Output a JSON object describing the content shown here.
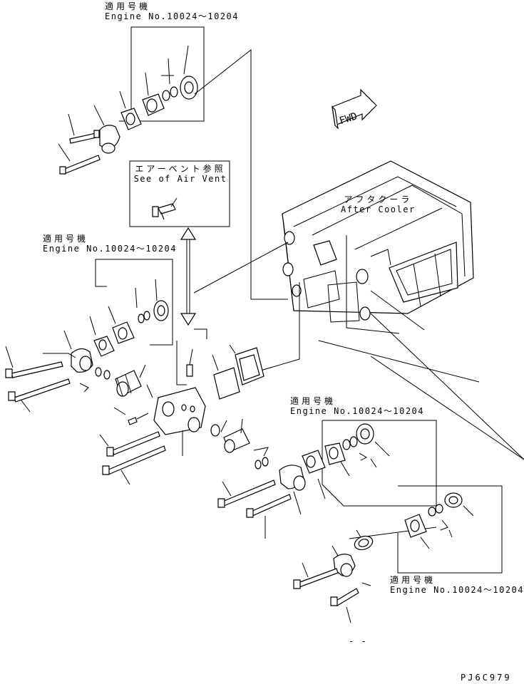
{
  "callouts": {
    "engine_top": {
      "jp": "適用号機",
      "en": "Engine No.10024～10204"
    },
    "engine_mid": {
      "jp": "適用号機",
      "en": "Engine No.10024～10204"
    },
    "engine_right": {
      "jp": "適用号機",
      "en": "Engine No.10024～10204"
    },
    "engine_bottom": {
      "jp": "適用号機",
      "en": "Engine No.10024～10204"
    },
    "air_vent": {
      "jp": "エアーベント参照",
      "en": "See of Air Vent"
    },
    "after_cooler": {
      "jp": "アフタクーラ",
      "en": "After Cooler"
    },
    "fwd_arrow": "FWD",
    "bottom_mark": "- -",
    "drawing_code": "PJ6C979"
  }
}
